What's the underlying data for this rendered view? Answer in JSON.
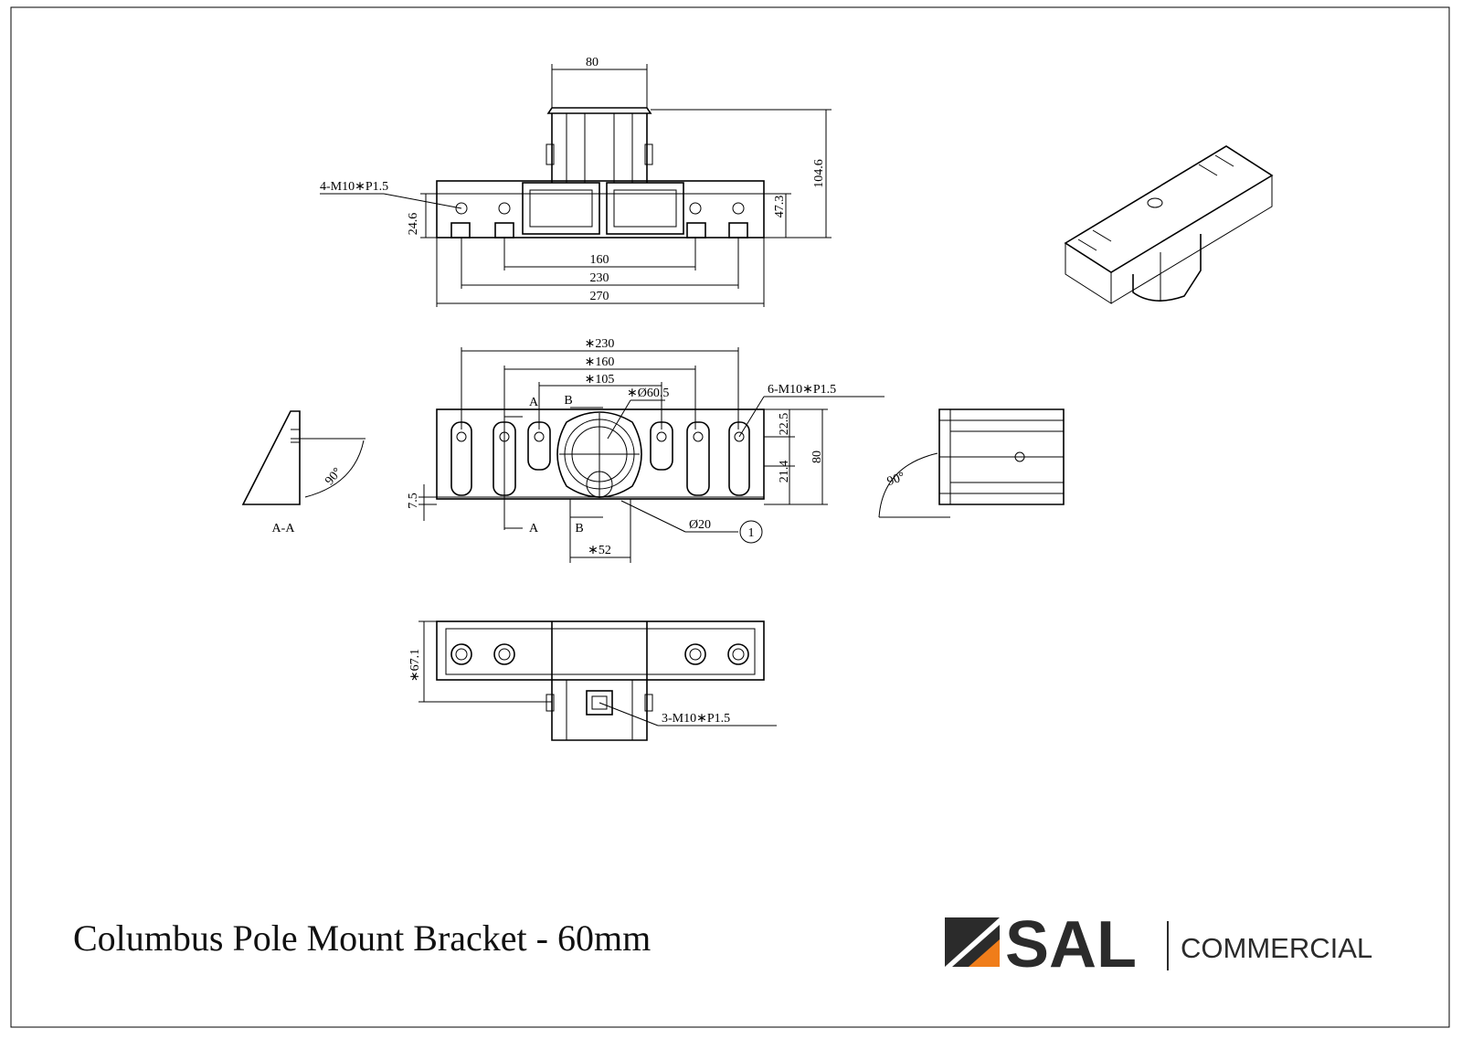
{
  "title": "Columbus Pole Mount Bracket - 60mm",
  "brand": {
    "name": "SAL",
    "division": "COMMERCIAL",
    "accent_color": "#f07d1a",
    "mark_color": "#2b2b2b"
  },
  "front_view": {
    "dim_top": "80",
    "dim_height_total": "104.6",
    "dim_height_body": "47.3",
    "dim_height_left": "24.6",
    "thread_label": "4-M10∗P1.5",
    "dim_160": "160",
    "dim_230": "230",
    "dim_270": "270"
  },
  "top_view": {
    "dim_230": "∗230",
    "dim_160": "∗160",
    "dim_105": "∗105",
    "dim_dia": "∗Ø60.5",
    "thread_label": "6-M10∗P1.5",
    "dim_22_5": "22.5",
    "dim_21_4": "21.4",
    "dim_80": "80",
    "dim_7_5": "7.5",
    "dim_52": "∗52",
    "dim_dia20": "Ø20",
    "callout": "1",
    "section_a": "A",
    "section_b": "B"
  },
  "section_view": {
    "label": "A-A",
    "angle": "90°"
  },
  "side_view": {
    "angle": "90°"
  },
  "bottom_view": {
    "dim_67_1": "∗67.1",
    "thread_label": "3-M10∗P1.5"
  }
}
